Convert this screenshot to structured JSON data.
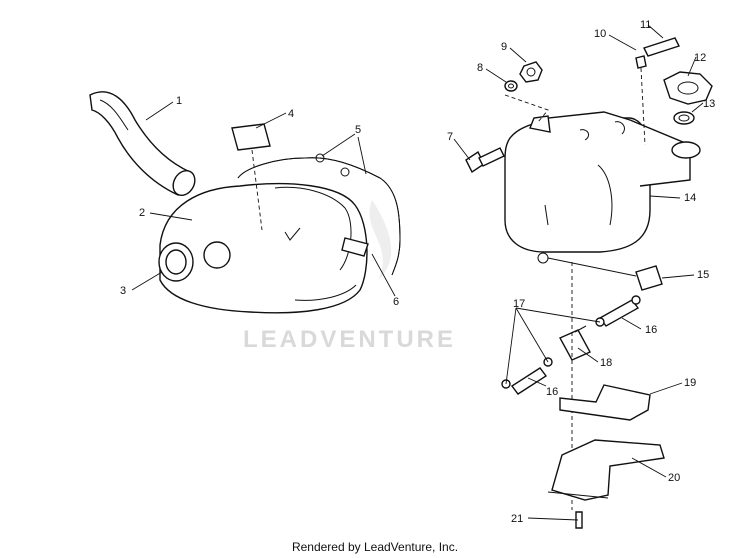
{
  "watermark": "LEADVENTURE",
  "footer": "Rendered by LeadVenture, Inc.",
  "callouts": {
    "c1": "1",
    "c2": "2",
    "c3": "3",
    "c4": "4",
    "c5": "5",
    "c6": "6",
    "c7": "7",
    "c8": "8",
    "c9": "9",
    "c10": "10",
    "c11": "11",
    "c12": "12",
    "c13": "13",
    "c14": "14",
    "c15": "15",
    "c16a": "16",
    "c16b": "16",
    "c17": "17",
    "c18": "18",
    "c19": "19",
    "c20": "20",
    "c21": "21"
  }
}
